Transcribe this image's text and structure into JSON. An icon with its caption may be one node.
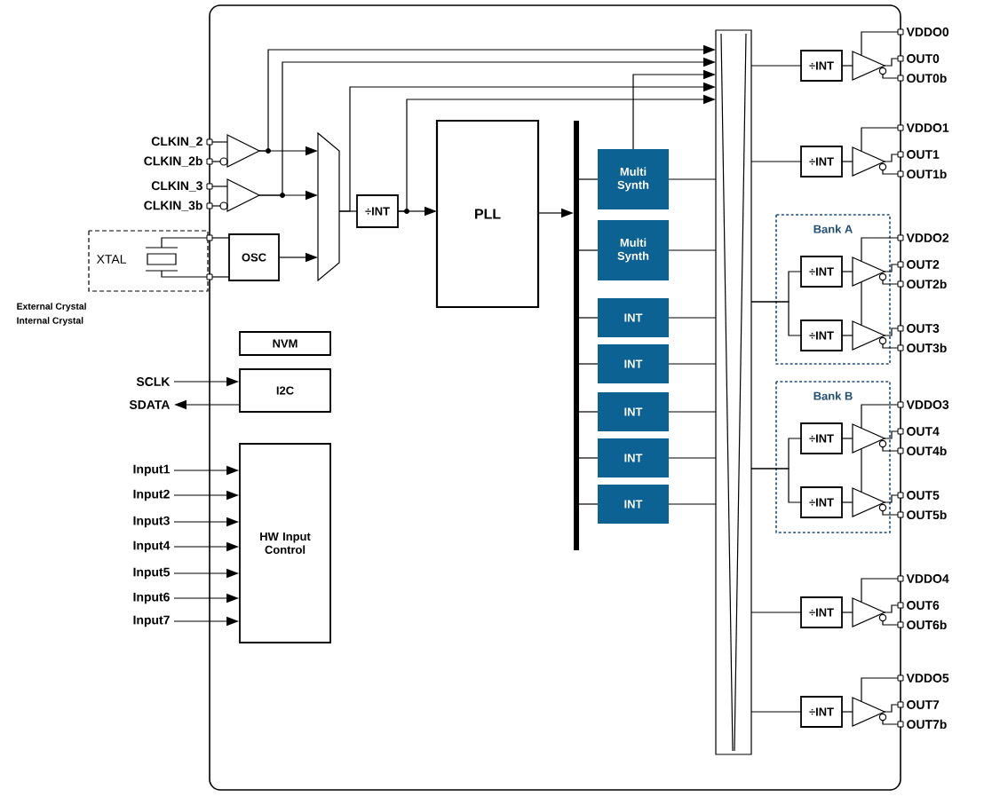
{
  "diagram": {
    "nodes": [
      {
        "text": [
          "XTAL"
        ]
      },
      {
        "text": [
          "OSC"
        ]
      },
      {
        "text": [
          "÷INT"
        ]
      },
      {
        "text": [
          "PLL"
        ]
      },
      {
        "text": [
          "Multi Synth"
        ]
      },
      {
        "text": [
          "Multi Synth"
        ]
      },
      {
        "text": [
          "INT"
        ]
      },
      {
        "text": [
          "INT"
        ]
      },
      {
        "text": [
          "INT"
        ]
      },
      {
        "text": [
          "INT"
        ]
      },
      {
        "text": [
          "INT"
        ]
      },
      {
        "text": [
          "NVM"
        ]
      },
      {
        "text": [
          "I2C"
        ]
      },
      {
        "text": [
          "HW Input Control"
        ]
      },
      {
        "text": [
          "Bank A"
        ]
      },
      {
        "text": [
          "Bank B"
        ]
      },
      {
        "text": [
          "÷INT"
        ]
      },
      {
        "text": [
          "÷INT"
        ]
      },
      {
        "text": [
          "÷INT"
        ],
        "in": 14
      },
      {
        "text": [
          "÷INT"
        ],
        "in": 14
      },
      {
        "text": [
          "÷INT"
        ],
        "in": 15
      },
      {
        "text": [
          "÷INT"
        ],
        "in": 15
      },
      {
        "text": [
          "÷INT"
        ]
      },
      {
        "text": [
          "÷INT"
        ]
      },
      {
        "text": [
          "SCLK"
        ]
      },
      {
        "text": [
          "SDATA"
        ]
      },
      {
        "text": [
          "Input1"
        ]
      },
      {
        "text": [
          "Input2"
        ]
      },
      {
        "text": [
          "Input3"
        ]
      },
      {
        "text": [
          "Input4"
        ]
      },
      {
        "text": [
          "Input5"
        ]
      },
      {
        "text": [
          "Input6"
        ]
      },
      {
        "text": [
          "Input7"
        ]
      },
      {
        "text": [],
        "shape": "triangle"
      },
      {
        "text": [],
        "shape": "triangle"
      },
      {
        "text": [],
        "shape": "trapezoid"
      },
      {
        "text": [],
        "shape": "bar"
      },
      {
        "text": [],
        "shape": "box"
      },
      {
        "text": [],
        "shape": "triangle"
      },
      {
        "text": [],
        "shape": "triangle"
      },
      {
        "text": [],
        "shape": "triangle",
        "in": 14
      },
      {
        "text": [],
        "shape": "triangle",
        "in": 14
      },
      {
        "text": [],
        "shape": "triangle",
        "in": 15
      },
      {
        "text": [],
        "shape": "triangle",
        "in": 15
      },
      {
        "text": [],
        "shape": "triangle"
      },
      {
        "text": [],
        "shape": "triangle"
      },
      {
        "text": [
          "CLKIN_2"
        ]
      },
      {
        "text": [
          "CLKIN_2b"
        ]
      },
      {
        "text": [
          "CLKIN_3"
        ]
      },
      {
        "text": [
          "CLKIN_3b"
        ]
      },
      {
        "text": [
          "VDDO0"
        ]
      },
      {
        "text": [
          "OUT0"
        ]
      },
      {
        "text": [
          "OUT0b"
        ]
      },
      {
        "text": [
          "VDDO1"
        ]
      },
      {
        "text": [
          "OUT1"
        ]
      },
      {
        "text": [
          "OUT1b"
        ]
      },
      {
        "text": [
          "VDDO2"
        ]
      },
      {
        "text": [
          "OUT2"
        ]
      },
      {
        "text": [
          "OUT2b"
        ]
      },
      {
        "text": [
          "OUT3"
        ]
      },
      {
        "text": [
          "OUT3b"
        ]
      },
      {
        "text": [
          "VDDO3"
        ]
      },
      {
        "text": [
          "OUT4"
        ]
      },
      {
        "text": [
          "OUT4b"
        ]
      },
      {
        "text": [
          "OUT5"
        ]
      },
      {
        "text": [
          "OUT5b"
        ]
      },
      {
        "text": [
          "VDDO4"
        ]
      },
      {
        "text": [
          "OUT6"
        ]
      },
      {
        "text": [
          "OUT6b"
        ]
      },
      {
        "text": [
          "VDDO5"
        ]
      },
      {
        "text": [
          "OUT7"
        ]
      },
      {
        "text": [
          "OUT7b"
        ]
      }
    ],
    "edges": [
      {
        "from": 33,
        "to": 35,
        "arrow": "to"
      },
      {
        "from": 34,
        "to": 35,
        "arrow": "to"
      },
      {
        "from": 1,
        "to": 35,
        "arrow": "to"
      },
      {
        "from": 35,
        "to": 2,
        "arrow": "none"
      },
      {
        "from": 2,
        "to": 3,
        "arrow": "to"
      },
      {
        "from": 3,
        "to": 36,
        "arrow": "to"
      },
      {
        "from": 36,
        "to": 4,
        "arrow": "none"
      },
      {
        "from": 36,
        "to": 5,
        "arrow": "none"
      },
      {
        "from": 36,
        "to": 6,
        "arrow": "none"
      },
      {
        "from": 36,
        "to": 7,
        "arrow": "none"
      },
      {
        "from": 36,
        "to": 8,
        "arrow": "none"
      },
      {
        "from": 36,
        "to": 9,
        "arrow": "none"
      },
      {
        "from": 36,
        "to": 10,
        "arrow": "none"
      },
      {
        "from": 4,
        "to": 37,
        "arrow": "none"
      },
      {
        "from": 5,
        "to": 37,
        "arrow": "none"
      },
      {
        "from": 6,
        "to": 37,
        "arrow": "none"
      },
      {
        "from": 7,
        "to": 37,
        "arrow": "none"
      },
      {
        "from": 8,
        "to": 37,
        "arrow": "none"
      },
      {
        "from": 9,
        "to": 37,
        "arrow": "none"
      },
      {
        "from": 10,
        "to": 37,
        "arrow": "none"
      },
      {
        "from": 33,
        "to": 37,
        "arrow": "to"
      },
      {
        "from": 34,
        "to": 37,
        "arrow": "to"
      },
      {
        "from": 35,
        "to": 37,
        "arrow": "to"
      },
      {
        "from": 2,
        "to": 37,
        "arrow": "to"
      },
      {
        "from": 4,
        "to": 37,
        "arrow": "to"
      },
      {
        "from": 37,
        "to": 16,
        "arrow": "none"
      },
      {
        "from": 37,
        "to": 17,
        "arrow": "none"
      },
      {
        "from": 37,
        "to": 18,
        "arrow": "none"
      },
      {
        "from": 37,
        "to": 19,
        "arrow": "none"
      },
      {
        "from": 37,
        "to": 20,
        "arrow": "none"
      },
      {
        "from": 37,
        "to": 21,
        "arrow": "none"
      },
      {
        "from": 37,
        "to": 22,
        "arrow": "none"
      },
      {
        "from": 37,
        "to": 23,
        "arrow": "none"
      },
      {
        "from": 16,
        "to": 38,
        "arrow": "none"
      },
      {
        "from": 17,
        "to": 39,
        "arrow": "none"
      },
      {
        "from": 18,
        "to": 40,
        "arrow": "none"
      },
      {
        "from": 19,
        "to": 41,
        "arrow": "none"
      },
      {
        "from": 20,
        "to": 42,
        "arrow": "none"
      },
      {
        "from": 21,
        "to": 43,
        "arrow": "none"
      },
      {
        "from": 22,
        "to": 44,
        "arrow": "none"
      },
      {
        "from": 23,
        "to": 45,
        "arrow": "none"
      },
      {
        "from": 24,
        "to": 12,
        "arrow": "to"
      },
      {
        "from": 12,
        "to": 25,
        "arrow": "to"
      },
      {
        "from": 26,
        "to": 13,
        "arrow": "to"
      },
      {
        "from": 27,
        "to": 13,
        "arrow": "to"
      },
      {
        "from": 28,
        "to": 13,
        "arrow": "to"
      },
      {
        "from": 29,
        "to": 13,
        "arrow": "to"
      },
      {
        "from": 30,
        "to": 13,
        "arrow": "to"
      },
      {
        "from": 31,
        "to": 13,
        "arrow": "to"
      },
      {
        "from": 32,
        "to": 13,
        "arrow": "to"
      },
      {
        "from": 0,
        "to": 1,
        "arrow": "none"
      },
      {
        "from": 0,
        "to": 1,
        "arrow": "none"
      },
      {
        "from": 46,
        "to": 33,
        "arrow": "none"
      },
      {
        "from": 47,
        "to": 33,
        "arrow": "none"
      },
      {
        "from": 48,
        "to": 34,
        "arrow": "none"
      },
      {
        "from": 49,
        "to": 34,
        "arrow": "none"
      },
      {
        "from": 38,
        "to": 50,
        "arrow": "none"
      },
      {
        "from": 38,
        "to": 51,
        "arrow": "none"
      },
      {
        "from": 38,
        "to": 52,
        "arrow": "none"
      },
      {
        "from": 39,
        "to": 53,
        "arrow": "none"
      },
      {
        "from": 39,
        "to": 54,
        "arrow": "none"
      },
      {
        "from": 39,
        "to": 55,
        "arrow": "none"
      },
      {
        "from": 40,
        "to": 56,
        "arrow": "none"
      },
      {
        "from": 40,
        "to": 57,
        "arrow": "none"
      },
      {
        "from": 40,
        "to": 58,
        "arrow": "none"
      },
      {
        "from": 41,
        "to": 59,
        "arrow": "none"
      },
      {
        "from": 41,
        "to": 60,
        "arrow": "none"
      },
      {
        "from": 42,
        "to": 61,
        "arrow": "none"
      },
      {
        "from": 42,
        "to": 62,
        "arrow": "none"
      },
      {
        "from": 42,
        "to": 63,
        "arrow": "none"
      },
      {
        "from": 43,
        "to": 64,
        "arrow": "none"
      },
      {
        "from": 43,
        "to": 65,
        "arrow": "none"
      },
      {
        "from": 44,
        "to": 66,
        "arrow": "none"
      },
      {
        "from": 44,
        "to": 67,
        "arrow": "none"
      },
      {
        "from": 44,
        "to": 68,
        "arrow": "none"
      },
      {
        "from": 45,
        "to": 69,
        "arrow": "none"
      },
      {
        "from": 45,
        "to": 70,
        "arrow": "none"
      },
      {
        "from": 45,
        "to": 71,
        "arrow": "none"
      },
      {
        "from": 41,
        "to": 40,
        "arrow": "none"
      },
      {
        "from": 43,
        "to": 42,
        "arrow": "none"
      }
    ],
    "labels": [
      "External Crystal",
      "Internal Crystal"
    ]
  }
}
